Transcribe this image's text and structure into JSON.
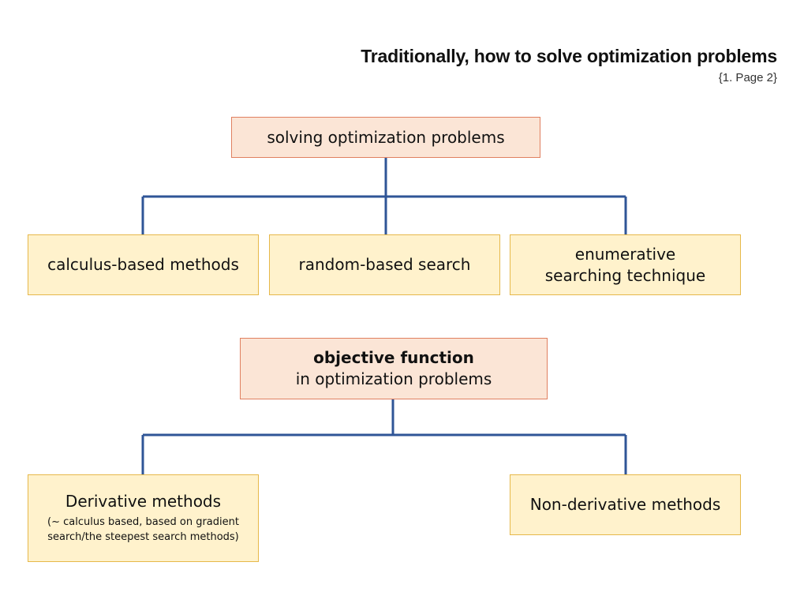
{
  "header": {
    "title": "Traditionally, how to solve optimization problems",
    "subtitle": "{1. Page 2}"
  },
  "diagram1": {
    "root": "solving optimization problems",
    "children": [
      "calculus-based methods",
      "random-based search",
      "enumerative searching technique"
    ]
  },
  "diagram2": {
    "root_line1": "objective function",
    "root_line2": "in optimization problems",
    "children": [
      {
        "label": "Derivative methods",
        "note": "(~ calculus based, based on gradient search/the steepest search methods)"
      },
      {
        "label": "Non-derivative methods"
      }
    ]
  },
  "colors": {
    "root_fill": "#fbe5d6",
    "root_border": "#e08060",
    "leaf_fill": "#fff2cc",
    "leaf_border": "#e6b84a",
    "connector": "#2f5597"
  }
}
